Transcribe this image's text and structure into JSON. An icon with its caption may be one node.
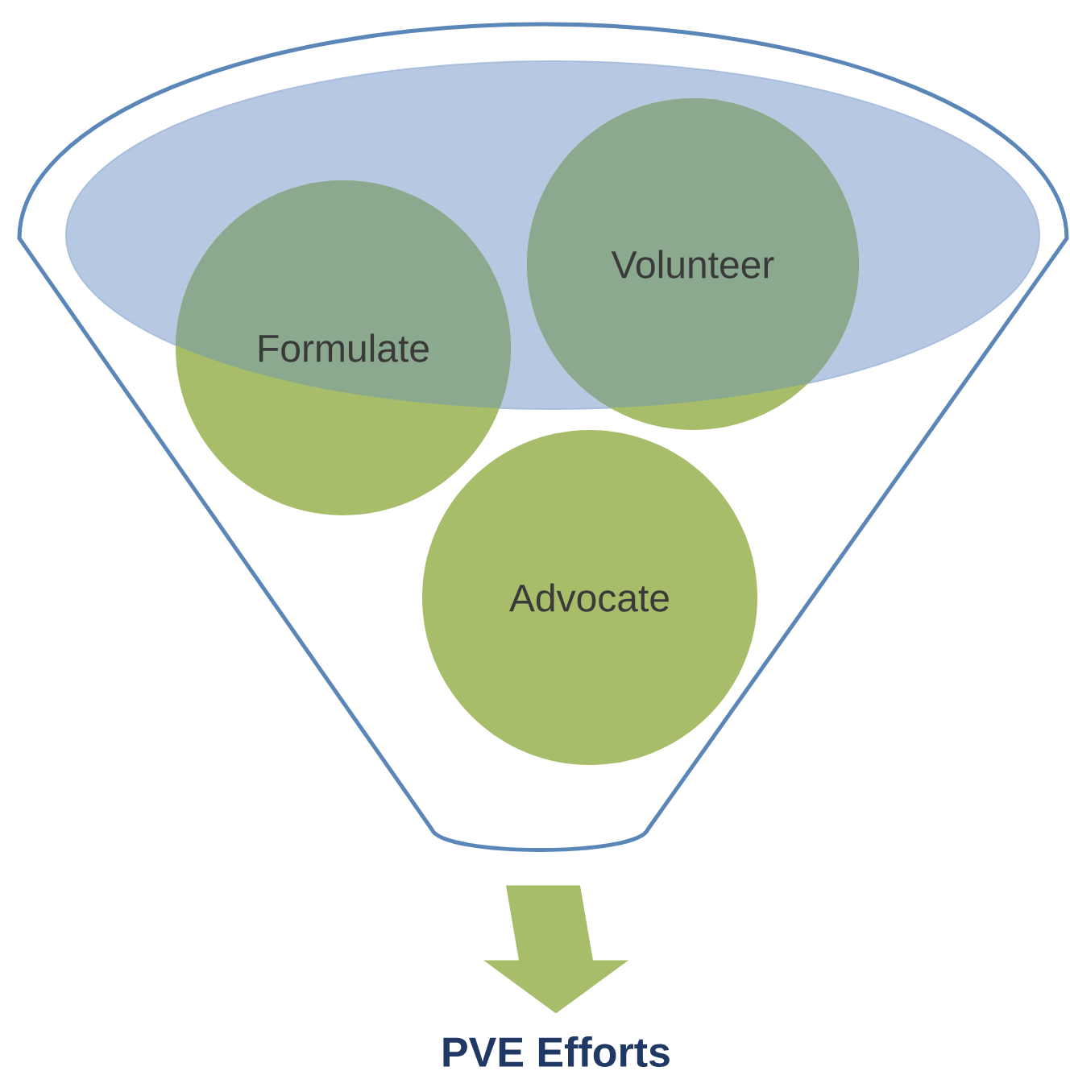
{
  "diagram": {
    "nodes": [
      {
        "text": [],
        "shape": "funnel"
      },
      {
        "text": [
          "Formulate"
        ],
        "in": 0
      },
      {
        "text": [
          "Volunteer"
        ],
        "in": 0
      },
      {
        "text": [
          "Advocate"
        ],
        "in": 0
      },
      {
        "text": [
          "PVE Efforts"
        ]
      }
    ],
    "edges": [
      {
        "from": 0,
        "to": 4,
        "arrow": "to",
        "style": "thick"
      }
    ]
  }
}
